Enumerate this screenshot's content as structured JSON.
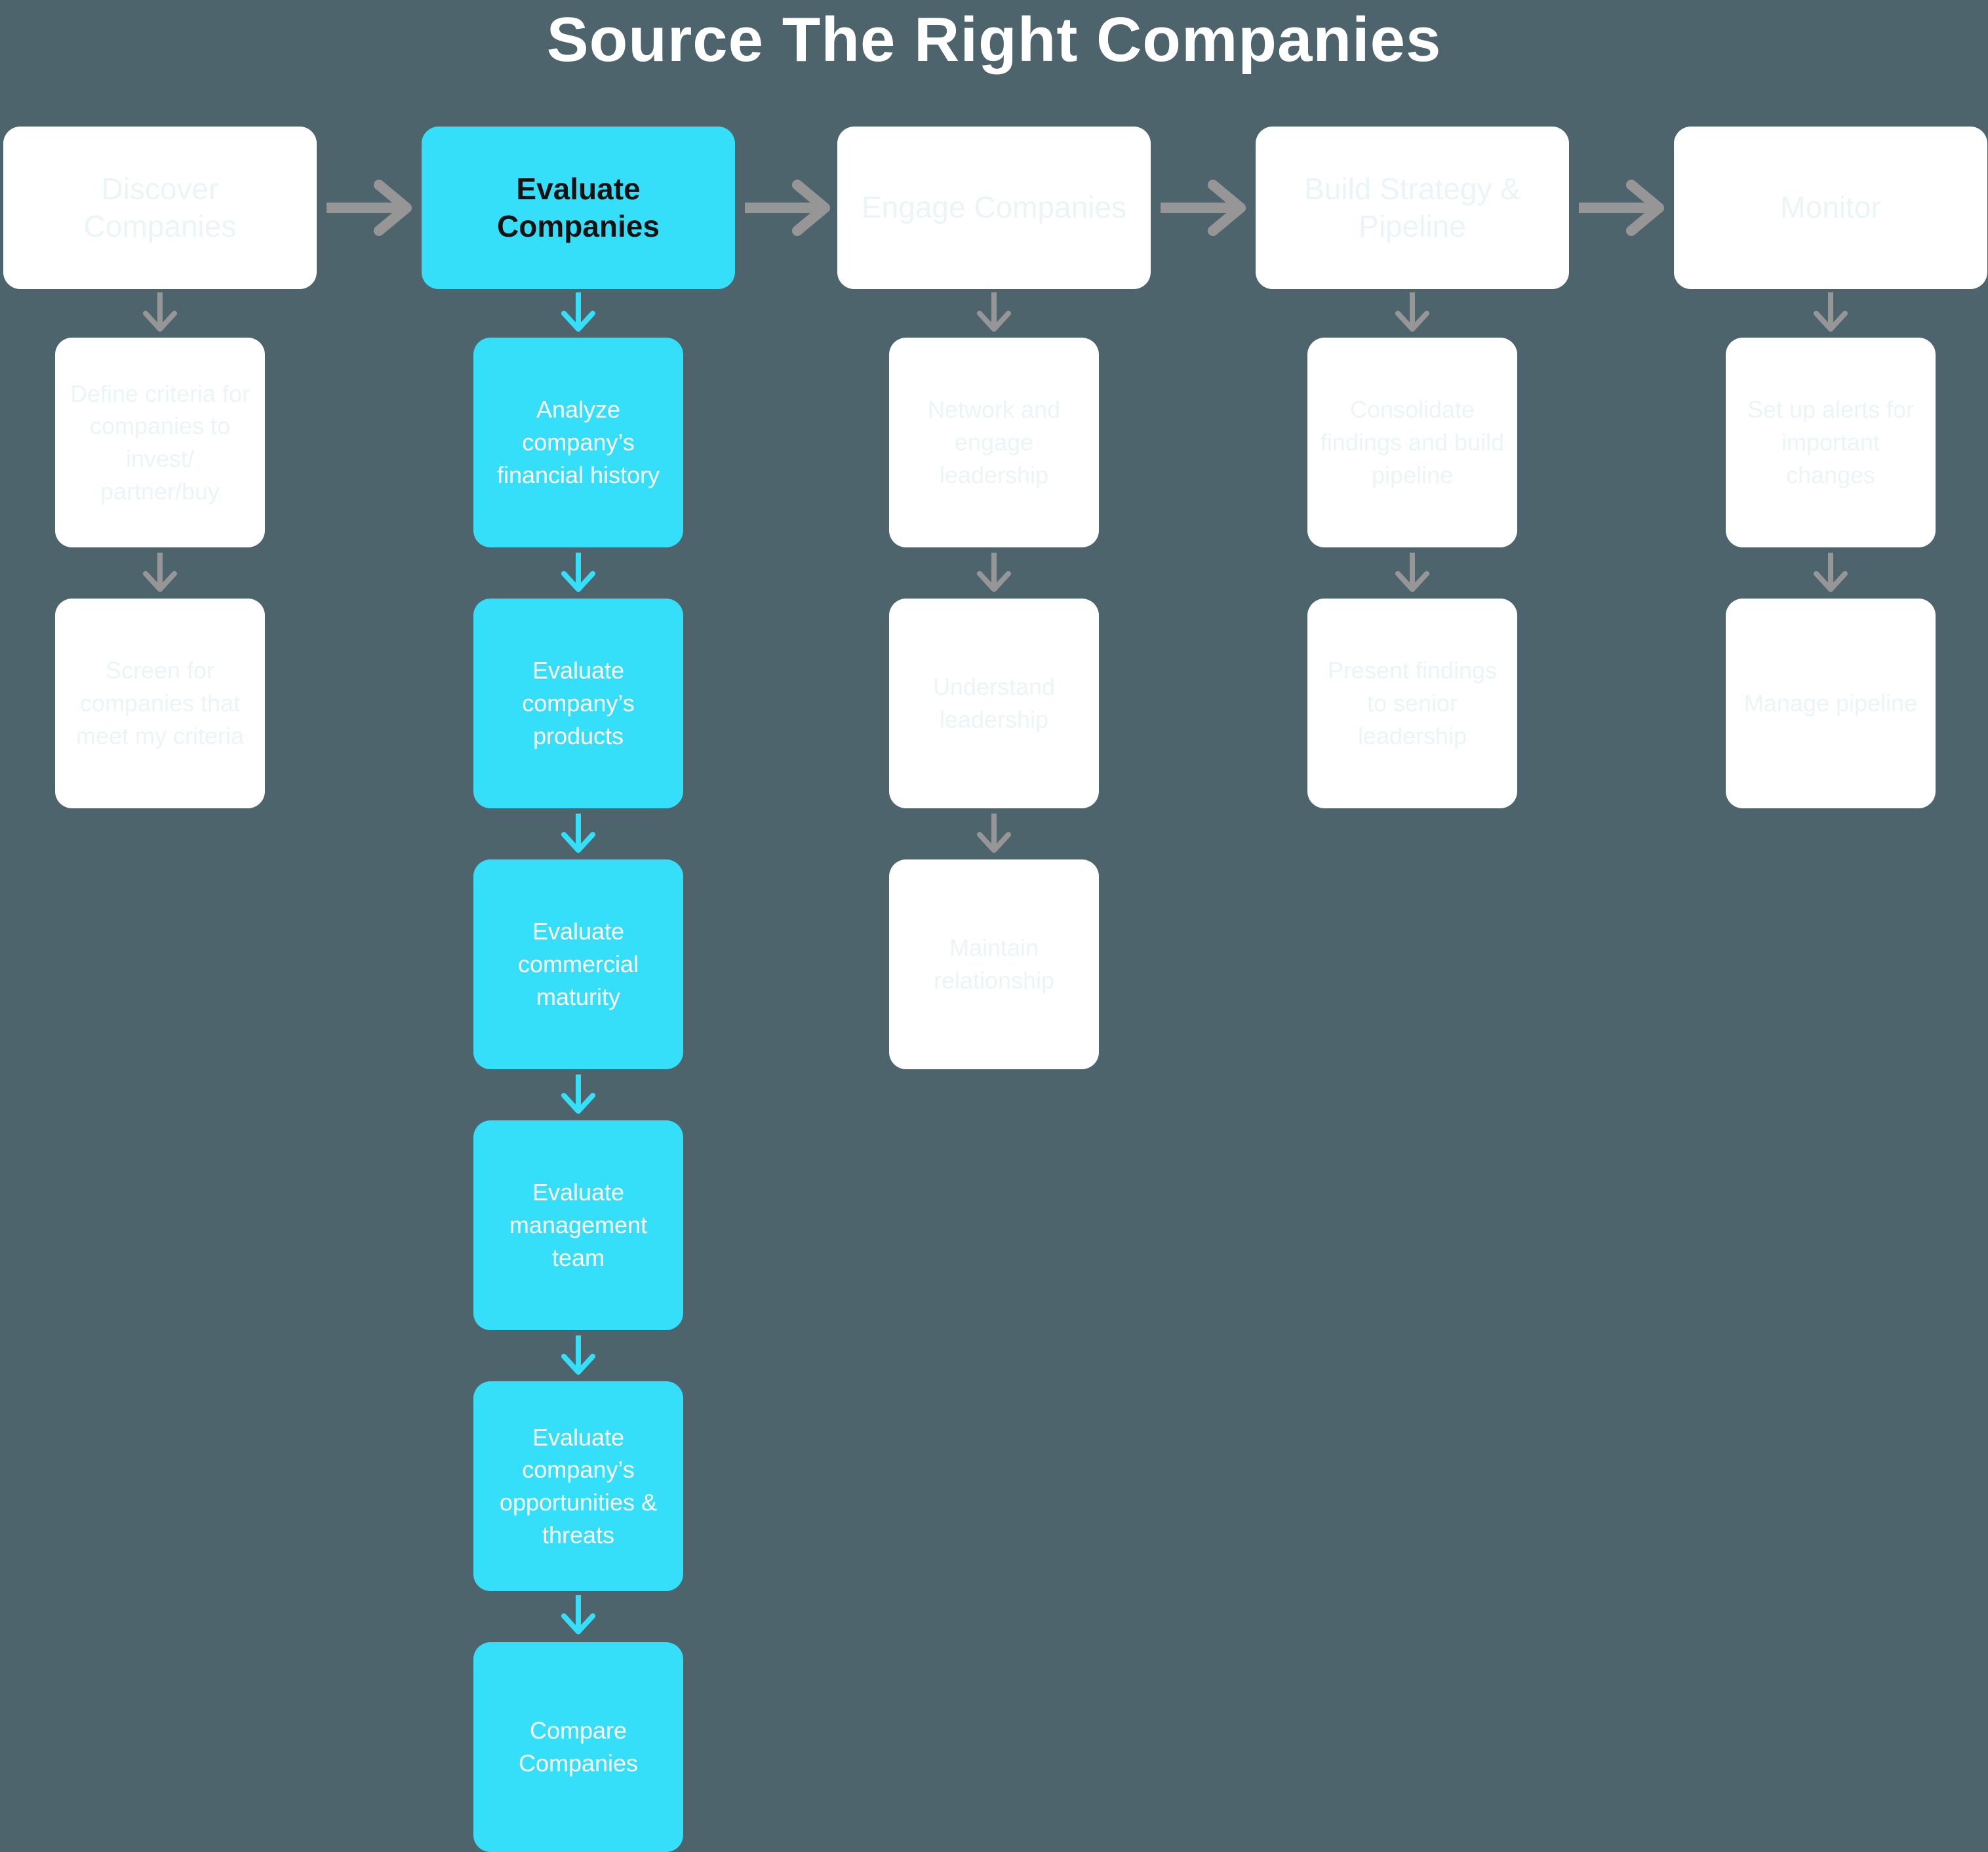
{
  "title": "Source The Right Companies",
  "colors": {
    "background": "#4e646c",
    "card_white": "#ffffff",
    "card_accent_cyan": "#35dffa",
    "faint_text_on_white": "#ebf5f8",
    "accent_header_text": "#121212",
    "accent_step_text": "#ffffff",
    "arrow_gray": "#969696",
    "arrow_accent": "#35dffa",
    "title_text": "#ffffff"
  },
  "columns": [
    {
      "header": "Discover Companies",
      "highlighted": false,
      "steps": [
        "Define criteria for companies to invest/ partner/buy",
        "Screen for companies that meet my criteria"
      ]
    },
    {
      "header": "Evaluate Companies",
      "highlighted": true,
      "steps": [
        "Analyze company’s financial history",
        "Evaluate company’s products",
        "Evaluate commercial maturity",
        "Evaluate management team",
        "Evaluate company’s opportunities & threats",
        "Compare Companies"
      ]
    },
    {
      "header": "Engage Companies",
      "highlighted": false,
      "steps": [
        "Network and engage leadership",
        "Understand leadership",
        "Maintain relationship"
      ]
    },
    {
      "header": "Build Strategy & Pipeline",
      "highlighted": false,
      "steps": [
        "Consolidate findings and build pipeline",
        "Present findings to senior leadership"
      ]
    },
    {
      "header": "Monitor",
      "highlighted": false,
      "steps": [
        "Set up alerts for important changes",
        "Manage pipeline"
      ]
    }
  ]
}
